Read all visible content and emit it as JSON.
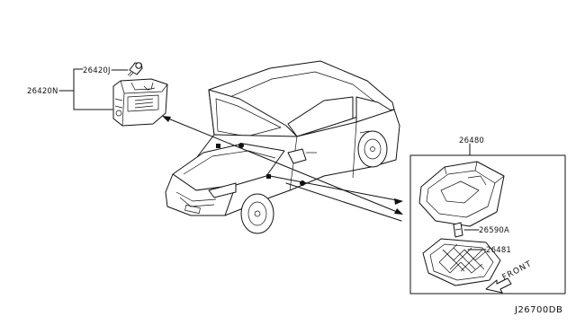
{
  "parts": {
    "p26420N": "26420N",
    "p26420J": "26420J",
    "p26480": "26480",
    "p26590A": "26590A",
    "p26481": "26481"
  },
  "orientation": {
    "front_label": "FRONT"
  },
  "diagram_code": "J26700DB"
}
